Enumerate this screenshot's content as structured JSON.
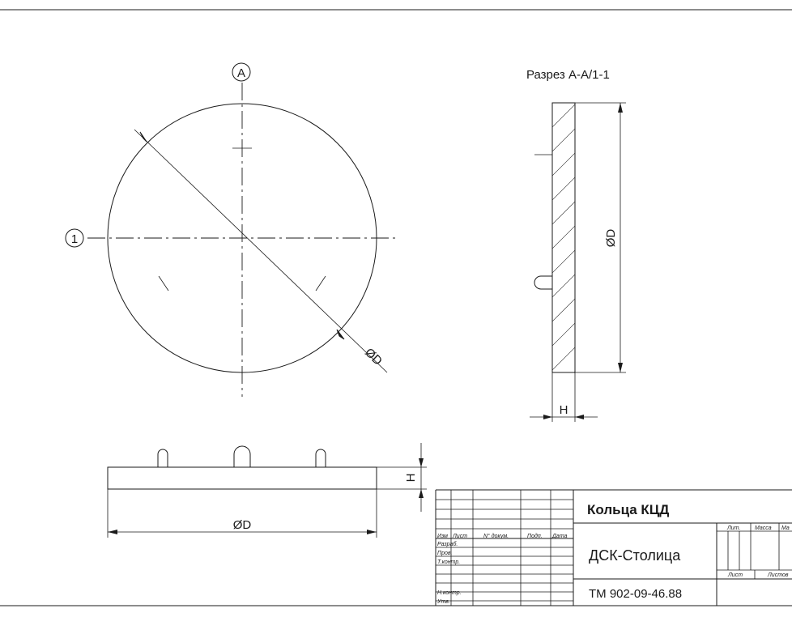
{
  "plan_view": {
    "axis_a": "A",
    "axis_1": "1",
    "diameter": "ØD"
  },
  "section_view": {
    "title": "Разрез А-А/1-1",
    "diameter": "ØD",
    "thickness": "H"
  },
  "side_view": {
    "diameter": "ØD",
    "thickness": "H"
  },
  "title_block": {
    "product": "Кольца КЦД",
    "organization": "ДСК-Столица",
    "document_code": "ТМ 902-09-46.88",
    "col_izm": "Изм",
    "col_list": "Лист",
    "col_ndokum": "N° докум.",
    "col_podp": "Подп.",
    "col_data": "Дата",
    "row_razrab": "Разраб.",
    "row_prov": "Пров.",
    "row_tkontr": "Т.контр.",
    "row_nkontr": "Н.контр.",
    "row_utv": "Утв.",
    "lit": "Лит.",
    "massa": "Масса",
    "masshtab": "Ма",
    "list": "Лист",
    "listov": "Листов"
  }
}
